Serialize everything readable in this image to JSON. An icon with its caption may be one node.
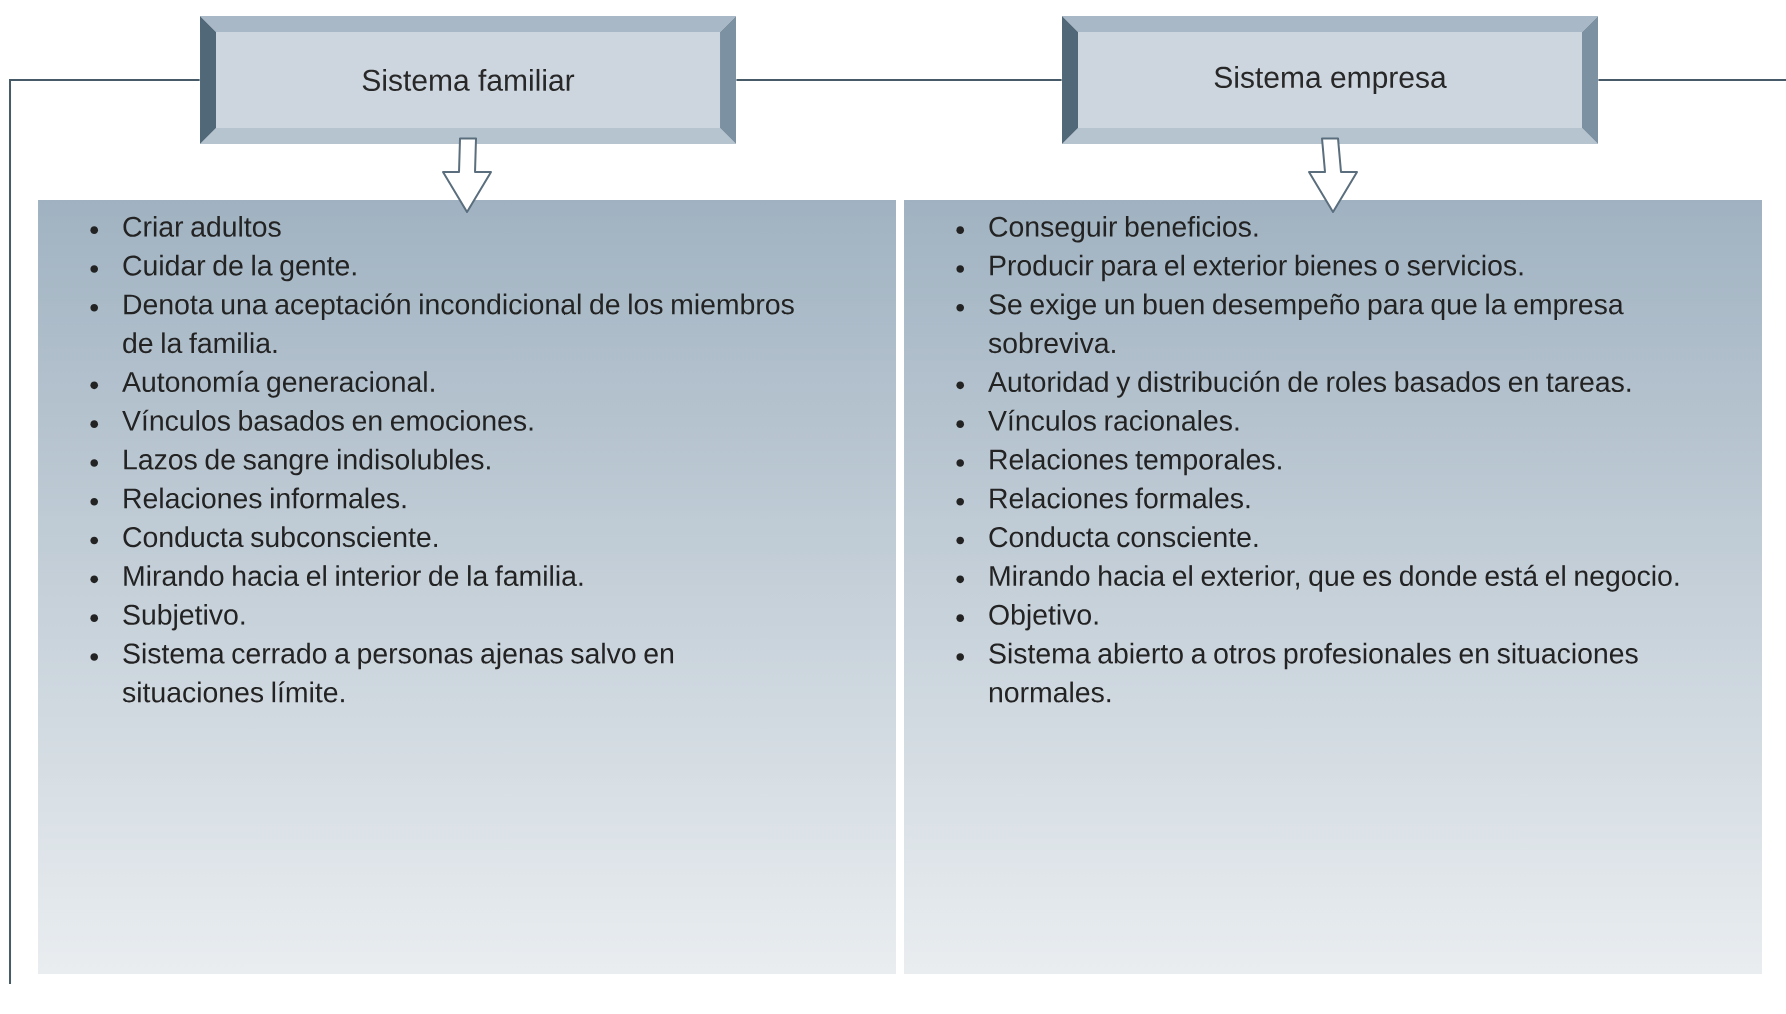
{
  "diagram": {
    "nodes": [
      {
        "text": [
          "Sistema familiar"
        ]
      },
      {
        "text": [
          "Sistema empresa"
        ]
      },
      {
        "text": [
          "Criar adultos",
          "Cuidar de la gente.",
          "Denota una aceptación incondicional de los miembros de la familia.",
          "Autonomía generacional.",
          "Vínculos basados en emociones.",
          "Lazos de sangre indisolubles.",
          "Relaciones informales.",
          "Conducta subconsciente.",
          "Mirando hacia el interior de la familia.",
          "Subjetivo.",
          "Sistema cerrado a personas ajenas salvo en situaciones límite."
        ]
      },
      {
        "text": [
          "Conseguir beneficios.",
          "Producir para el exterior bienes o servicios.",
          "Se exige un buen desempeño para que la empresa sobreviva.",
          "Autoridad y distribución de roles basados en tareas.",
          "Vínculos racionales.",
          "Relaciones temporales.",
          "Relaciones formales.",
          "Conducta consciente.",
          "Mirando hacia el exterior, que es donde está el negocio.",
          "Objetivo.",
          "Sistema abierto a otros profesionales en situaciones normales."
        ]
      }
    ],
    "edges": [
      {
        "from": 0,
        "to": 2,
        "arrow": "to"
      },
      {
        "from": 1,
        "to": 3,
        "arrow": "to"
      },
      {
        "from": 0,
        "to": 1,
        "arrow": "none"
      },
      {
        "from": 0,
        "to": null,
        "arrow": "none"
      },
      {
        "from": 1,
        "to": null,
        "arrow": "none"
      }
    ]
  }
}
